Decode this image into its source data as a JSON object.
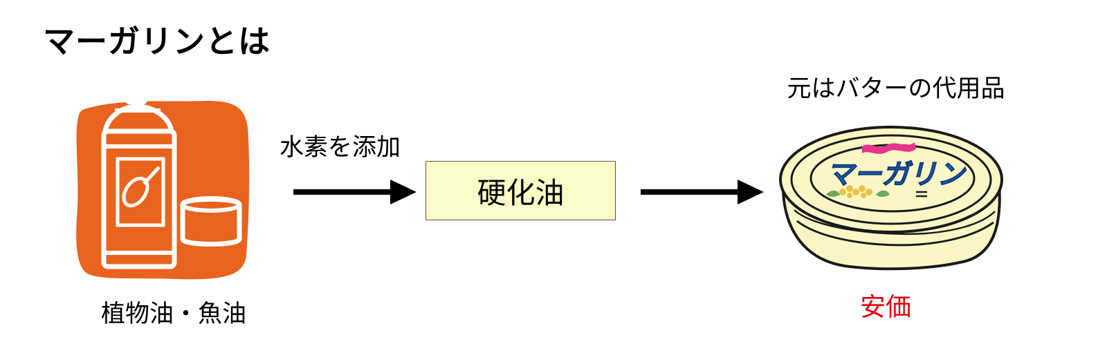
{
  "title": "マーガリンとは",
  "source": {
    "label": "植物油・魚油",
    "icon": "oil-can-and-lid-icon",
    "bg_color": "#e8641e"
  },
  "process": {
    "arrow_label": "水素を添加",
    "intermediate": "硬化油",
    "box_color": "#fbfbc8"
  },
  "product": {
    "caption": "元はバターの代用品",
    "tub_label": "マーガリン",
    "icon": "margarine-tub-icon",
    "note": "安価",
    "note_color": "#e60012"
  }
}
